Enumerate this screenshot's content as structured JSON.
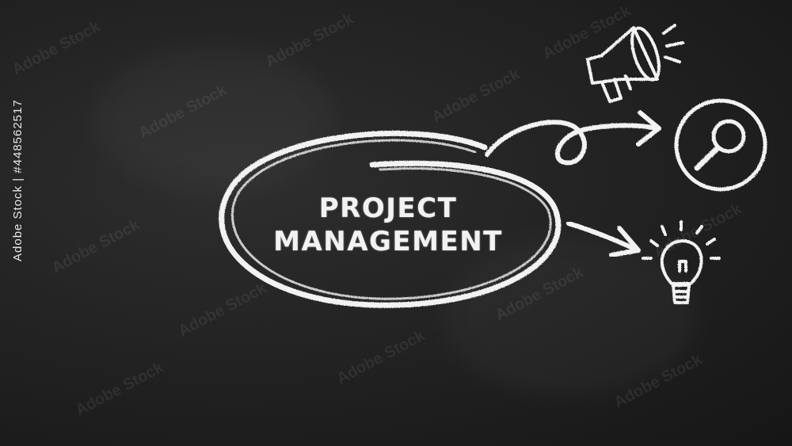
{
  "title": {
    "line1": "PROJECT",
    "line2": "MANAGEMENT"
  },
  "side_id": "Adobe Stock | #448562517",
  "watermark": "Adobe Stock",
  "icons": [
    "megaphone-icon",
    "magnifier-icon",
    "lightbulb-icon"
  ],
  "colors": {
    "board": "#1b1b1b",
    "chalk": "#f2f2f2"
  }
}
